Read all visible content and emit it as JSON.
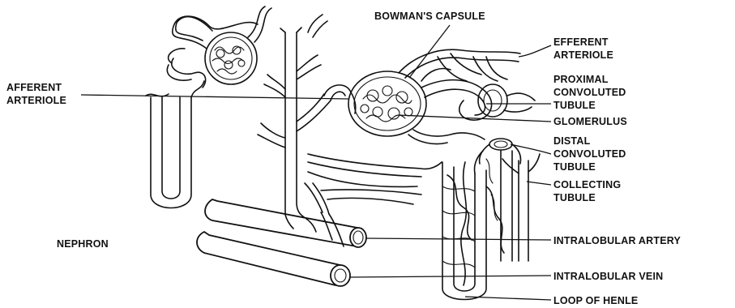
{
  "diagram": {
    "labels": {
      "bowmans_capsule": "BOWMAN'S CAPSULE",
      "efferent_line1": "EFFERENT",
      "efferent_line2": "ARTERIOLE",
      "afferent_line1": "AFFERENT",
      "afferent_line2": "ARTERIOLE",
      "proximal_line1": "PROXIMAL",
      "proximal_line2": "CONVOLUTED",
      "proximal_line3": "TUBULE",
      "glomerulus": "GLOMERULUS",
      "distal_line1": "DISTAL",
      "distal_line2": "CONVOLUTED",
      "distal_line3": "TUBULE",
      "collecting_line1": "COLLECTING",
      "collecting_line2": "TUBULE",
      "nephron": "NEPHRON",
      "intralobular_artery": "INTRALOBULAR ARTERY",
      "intralobular_vein": "INTRALOBULAR VEIN",
      "loop_of_henle": "LOOP OF HENLE"
    }
  }
}
